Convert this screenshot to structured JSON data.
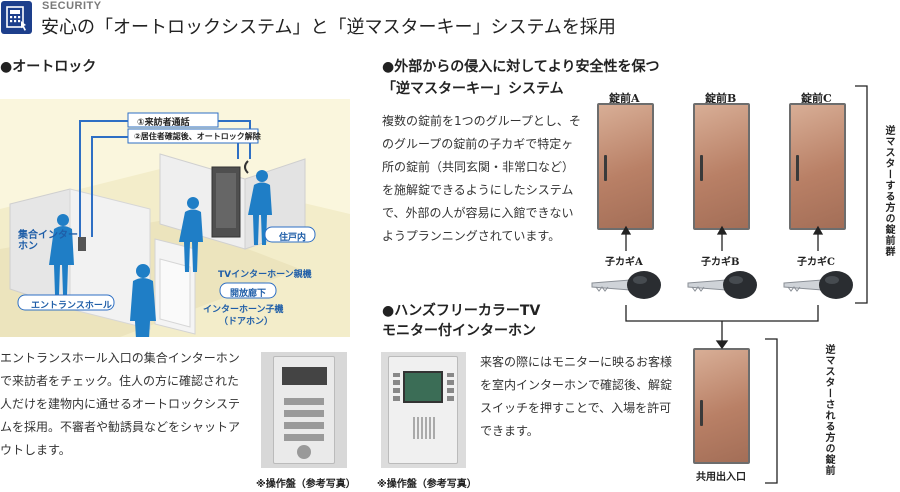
{
  "header": {
    "section_label": "SECURITY",
    "title": "安心の「オートロックシステム」と「逆マスターキー」システムを採用"
  },
  "autolock": {
    "heading": "●オートロック",
    "illustration": {
      "flow_1": "①来訪者通話",
      "flow_2": "②居住者確認後、オートロック解除",
      "intercom_label": "集合インター\nホン",
      "entrance_hall": "エントランスホール",
      "unit_label": "住戸内",
      "tv_intercom": "TVインターホーン親機",
      "corridor": "開放廊下",
      "sub_unit": "インターホーン子機",
      "door_phone": "（ドアホン）"
    },
    "description": "エントランスホール入口の集合インターホンで来訪者をチェック。住人の方に確認された人だけを建物内に通せるオートロックシステムを採用。不審者や勧誘員などをシャットアウトします。",
    "photo_caption": "※操作盤（参考写真）"
  },
  "reverse_master": {
    "heading_line1": "●外部からの侵入に対してより安全性を保つ",
    "heading_line2": "「逆マスターキー」システム",
    "description": "複数の錠前を1つのグループとし、そのグループの錠前の子カギで特定ヶ所の錠前（共同玄関・非常口など）を施解錠できるようにしたシステムで、外部の人が容易に入館できないようプランニングされています。",
    "locks": [
      {
        "name": "錠前A",
        "key": "子カギA"
      },
      {
        "name": "錠前B",
        "key": "子カギB"
      },
      {
        "name": "錠前C",
        "key": "子カギC"
      }
    ],
    "master_lock": "共用出入口",
    "group_label_top": "逆マスターする方の錠前群",
    "group_label_bottom": "逆マスターされる方の錠前"
  },
  "handsfree": {
    "heading_line1": "●ハンズフリーカラーTV",
    "heading_line2": "モニター付インターホン",
    "description": "来客の際にはモニターに映るお客様を室内インターホンで確認後、解錠スイッチを押すことで、入場を許可できます。",
    "photo_caption": "※操作盤（参考写真）"
  },
  "colors": {
    "brand_blue": "#1d3f8c",
    "flow_blue": "#2e6fc4",
    "figure_blue": "#1f7ec6",
    "illustration_bg": "#faf6dd",
    "door_bronze": "#b98066"
  }
}
